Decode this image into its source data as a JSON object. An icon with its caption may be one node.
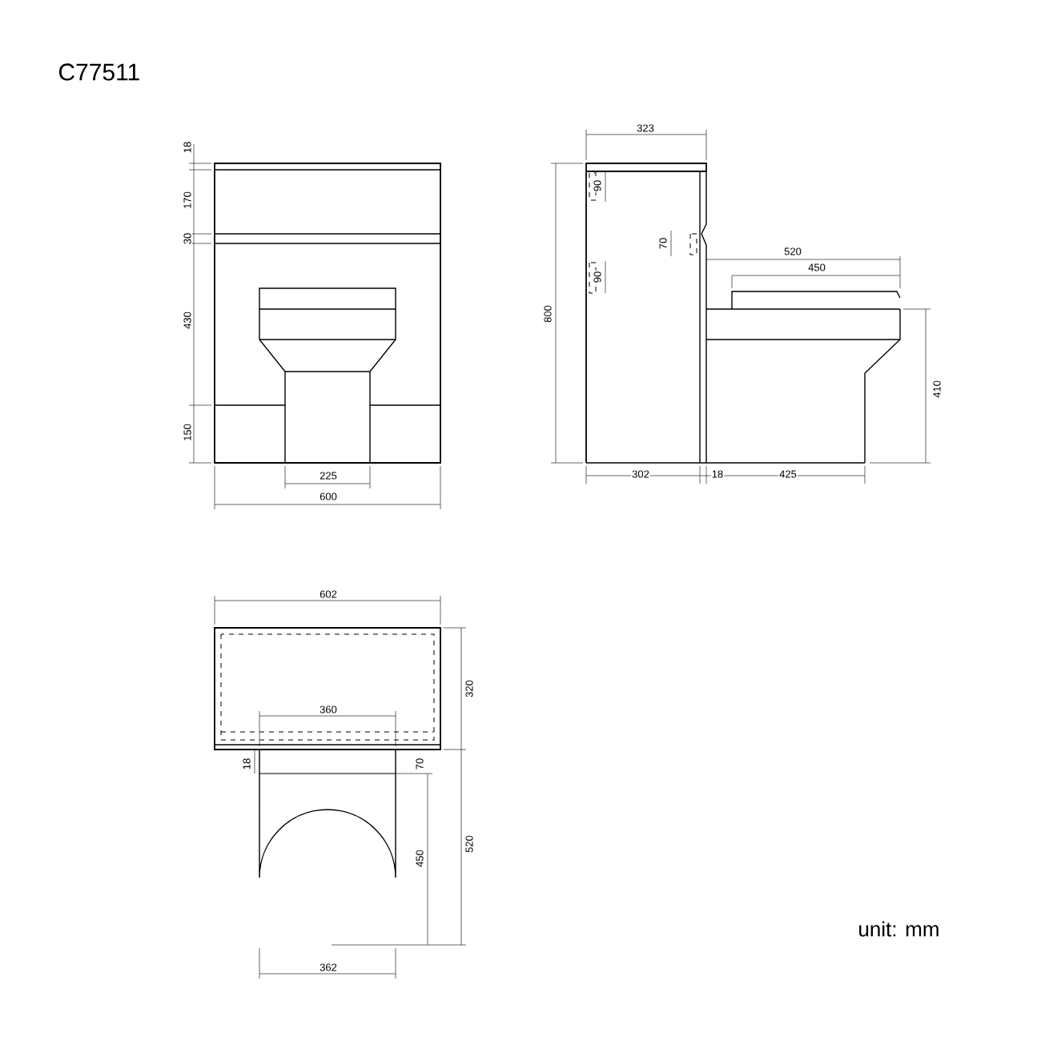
{
  "diagram": {
    "title": "C77511",
    "labels": [
      "18",
      "170",
      "30",
      "430",
      "150",
      "225",
      "600",
      "323",
      "90",
      "70",
      "90",
      "800",
      "520",
      "450",
      "410",
      "302",
      "18",
      "425",
      "602",
      "320",
      "360",
      "18",
      "70",
      "450",
      "520",
      "362",
      "unit: mm"
    ]
  }
}
